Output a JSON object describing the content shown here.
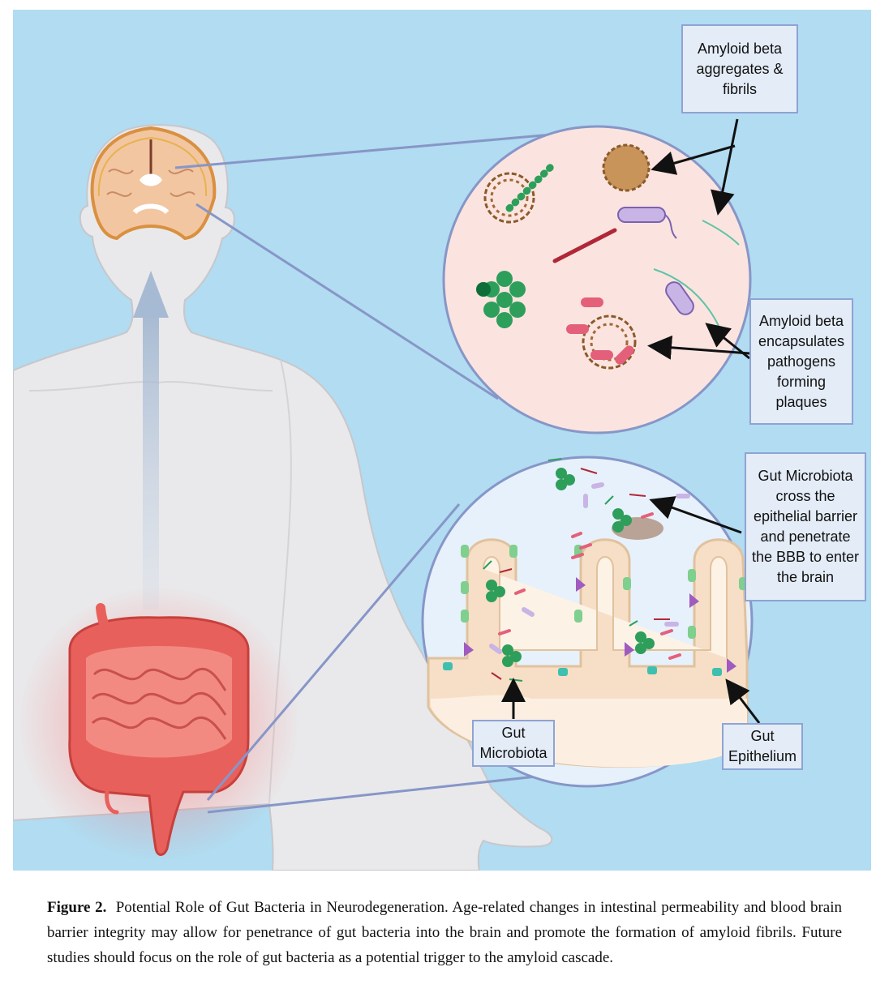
{
  "figure": {
    "labels": {
      "aggregates": [
        "Amyloid beta",
        "aggregates &",
        "fibrils"
      ],
      "encapsulates": [
        "Amyloid beta",
        "encapsulates",
        "pathogens",
        "forming",
        "plaques"
      ],
      "cross_barrier": [
        "Gut Microbiota",
        "cross the",
        "epithelial barrier",
        "and penetrate",
        "the BBB to enter",
        "the brain"
      ],
      "gut_microbiota": [
        "Gut",
        "Microbiota"
      ],
      "gut_epithelium": [
        "Gut",
        "Epithelium"
      ]
    },
    "colors": {
      "background": "#b1dcf1",
      "body": "#e9e9eb",
      "brain_circle": "#fbe4df",
      "gut_circle": "#e7f1fb",
      "intestine": "#e8605c",
      "bacteria_green": "#2e9e5b",
      "bacteria_pink": "#e4607a",
      "fibril_brown": "#8a5a2b",
      "box_border": "#8fa3d4",
      "box_fill": "#e4ecf7"
    },
    "icons": [
      "brain-icon",
      "intestine-icon",
      "upward-arrow-icon",
      "bacteria-icon",
      "amyloid-fibril-icon",
      "villi-icon"
    ]
  },
  "caption": {
    "label": "Figure 2.",
    "text": "Potential Role of Gut Bacteria in Neurodegeneration.  Age-related changes in intestinal permeability and blood brain barrier integrity may allow for penetrance of gut bacteria into the brain and promote the formation of amyloid fibrils. Future studies should focus on the role of gut bacteria as a potential trigger to the amyloid cascade."
  }
}
